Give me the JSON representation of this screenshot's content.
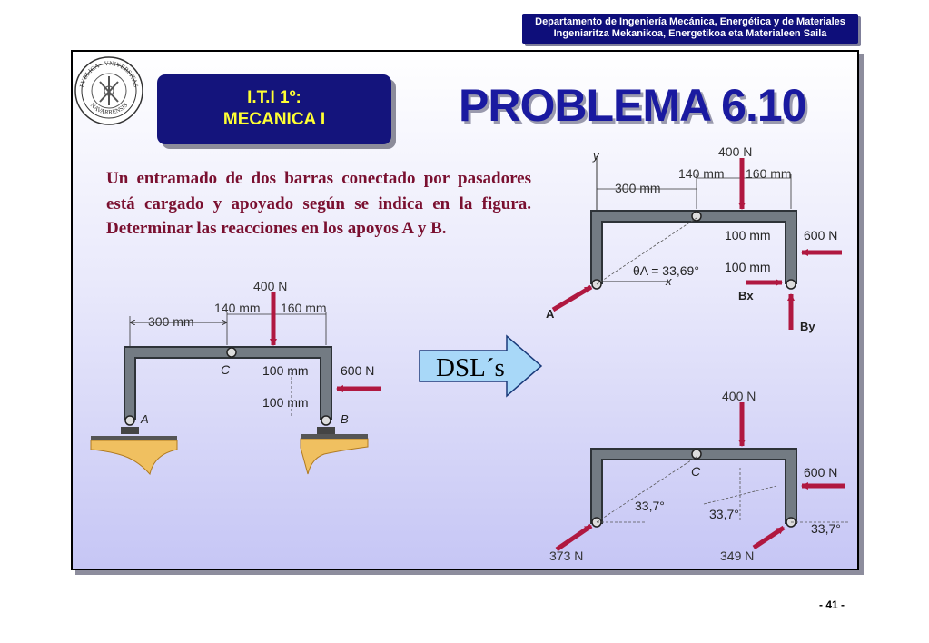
{
  "header": {
    "department_line1": "Departamento de Ingeniería Mecánica, Energética y de Materiales",
    "department_line2": "Ingeniaritza Mekanikoa, Energetikoa eta Materialeen Saila"
  },
  "seal": {
    "text_top": "PVBLICA · VNIVERSITAS",
    "text_bottom": "NAVARRENSIS"
  },
  "course": {
    "line1": "I.T.I 1º:",
    "line2": "MECANICA I"
  },
  "title": "PROBLEMA 6.10",
  "statement": "Un entramado de dos barras conectado por pasadores está cargado y apoyado según se indica en la figura. Determinar las reacciones en los apoyos A y B.",
  "figure_left": {
    "load_top": "400 N",
    "dim_140": "140 mm",
    "dim_160": "160 mm",
    "dim_300": "300 mm",
    "label_C": "C",
    "dim_100_upper": "100 mm",
    "dim_100_lower": "100 mm",
    "load_side": "600 N",
    "label_A": "A",
    "label_B": "B"
  },
  "dsl": {
    "label": "DSL´s"
  },
  "figure_top_right": {
    "axis_y": "y",
    "axis_x": "x",
    "load_top": "400 N",
    "dim_140": "140 mm",
    "dim_160": "160 mm",
    "dim_300": "300 mm",
    "dim_100_upper": "100 mm",
    "dim_100_lower": "100 mm",
    "load_side": "600 N",
    "angle": "θA = 33,69°",
    "label_A": "A",
    "label_Bx": "Bx",
    "label_By": "By"
  },
  "figure_bottom_right": {
    "load_top": "400 N",
    "label_C": "C",
    "load_side": "600 N",
    "angle_left": "33,7°",
    "angle_mid": "33,7°",
    "angle_right": "33,7°",
    "reaction_A": "373 N",
    "reaction_B": "349 N"
  },
  "footer": {
    "page": "- 41 -"
  },
  "colors": {
    "banner_bg": "#0e0e7a",
    "course_text": "#ffff33",
    "title": "#1a1aa0",
    "statement": "#7a1030",
    "force_arrow": "#b01840",
    "frame_bar": "#6e767e",
    "dsl_arrow_fill": "#a8d8f8"
  }
}
